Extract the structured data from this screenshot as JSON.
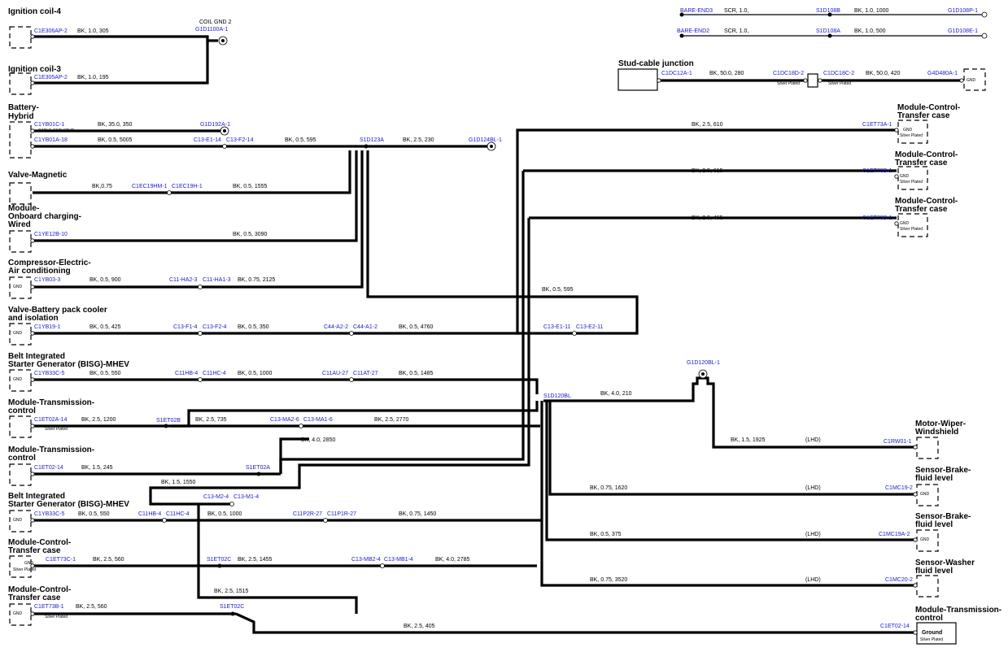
{
  "components": {
    "ignition_coil_4": "Ignition coil-4",
    "ignition_coil_3": "Ignition coil-3",
    "battery_hybrid_1": "Battery-",
    "battery_hybrid_2": "Hybrid",
    "valve_magnetic": "Valve-Magnetic",
    "module_onboard_1": "Module-",
    "module_onboard_2": "Onboard charging-",
    "module_onboard_3": "Wired",
    "compressor_1": "Compressor-Electric-",
    "compressor_2": "Air conditioning",
    "valve_battery_1": "Valve-Battery pack cooler",
    "valve_battery_2": "and isolation",
    "bisg_a_1": "Belt Integrated",
    "bisg_a_2": "Starter Generator (BISG)-MHEV",
    "mtc_a_1": "Module-Transmission-",
    "mtc_a_2": "control",
    "mtc_b_1": "Module-Transmission-",
    "mtc_b_2": "control",
    "bisg_b_1": "Belt Integrated",
    "bisg_b_2": "Starter Generator (BISG)-MHEV",
    "mctc_l1_1": "Module-Control-",
    "mctc_l1_2": "Transfer case",
    "mctc_l2_1": "Module-Control-",
    "mctc_l2_2": "Transfer case",
    "stud_cable": "Stud-cable junction",
    "mctc_r1_1": "Module-Control-",
    "mctc_r1_2": "Transfer case",
    "mctc_r2_1": "Module-Control-",
    "mctc_r2_2": "Transfer case",
    "mctc_r3_1": "Module-Control-",
    "mctc_r3_2": "Transfer case",
    "wiper_1": "Motor-Wiper-",
    "wiper_2": "Windshield",
    "brake1_1": "Sensor-Brake-",
    "brake1_2": "fluid level",
    "brake2_1": "Sensor-Brake-",
    "brake2_2": "fluid level",
    "washer_1": "Sensor-Washer",
    "washer_2": "fluid level",
    "mtc_r_1": "Module-Transmission-",
    "mtc_r_2": "control"
  },
  "pins": {
    "c1e306ap2": "C1E306AP-2",
    "coil_gnd2": "COIL GND 2",
    "g1d1100a1": "G1D1100A-1",
    "c1e305ap2": "C1E305AP-2",
    "c1yb01c1": "C1YB01C-1",
    "c1yb01a18": "C1YB01A-18",
    "g1d192a1": "G1D192A-1",
    "c13e114": "C13-E1-14",
    "c13f214": "C13-F2-14",
    "s1d123a": "S1D123A",
    "g1d124bl1": "G1D124BL-1",
    "c1ec19hm1": "C1EC19HM-1",
    "c1ec19h1": "C1EC19H-1",
    "c1ye12b10": "C1YE12B-10",
    "c1yb033": "C1YB03-3",
    "c11ha23": "C11-HA2-3",
    "c11ha13": "C11-HA1-3",
    "c1yb191": "C1YB19-1",
    "c13f14": "C13-F1-4",
    "c13f24": "C13-F2-4",
    "c44a22": "C44-A2-2",
    "c44a12": "C44-A1-2",
    "c13e111": "C13-E1-11",
    "c13e211": "C13-E2-11",
    "c1yb33c5a": "C1YB33C-5",
    "c11hb4a": "C11HB-4",
    "c11hc4a": "C11HC-4",
    "c11au27": "C11AU-27",
    "c11at27": "C11AT-27",
    "s1d120bl": "S1D120BL",
    "g1d120bl1": "G1D120BL-1",
    "c1et02a14": "C1ET02A-14",
    "s1et02b": "S1ET02B",
    "c13ma26": "C13-MA2-6",
    "c13ma16": "C13-MA1-6",
    "c1et0214": "C1ET02-14",
    "s1et02a": "S1ET02A",
    "c13m24": "C13-M2-4",
    "c13m14": "C13-M1-4",
    "c1yb33c5b": "C1YB33C-5",
    "c11hb4b": "C11HB-4",
    "c11hc4b": "C11HC-4",
    "c11p2r27": "C11P2R-27",
    "c11p1r27": "C11P1R-27",
    "c1et73c1": "C1ET73C-1",
    "s1et02c_a": "S1ET02C",
    "c13mb24": "C13-MB2-4",
    "c13mb14": "C13-MB1-4",
    "c1et73b1_l": "C1ET73B-1",
    "s1et02c_b": "S1ET02C",
    "bare_end3": "BARE-END3",
    "s1d108b": "S1D108B",
    "g1d108p1": "G1D108P-1",
    "bare_end2": "BARE-END2",
    "s1d108a": "S1D108A",
    "g1d108e1": "G1D108E-1",
    "c1dc12a1": "C1DC12A-1",
    "c1dc18d2": "C1DC18D-2",
    "c1dc18c2": "C1DC18C-2",
    "g4d480a1": "G4D480A-1",
    "c1et73a1": "C1ET73A-1",
    "c1et73b1_r": "C1ET73B-1",
    "c1et73b1_r2": "C1ET73B-1",
    "c1rw011": "C1RW01-1",
    "c1mc192": "C1MC19-2",
    "c1mc19a2": "C1MC19A-2",
    "c1mc202": "C1MC20-2",
    "c1et0214_r": "C1ET02-14"
  },
  "wires": {
    "w1": "BK, 1.0, 305",
    "w2": "BK, 1.0, 195",
    "w3": "BK, 35.0, 350",
    "w4": "BK, 0.5, 5005",
    "w5": "BK, 0.5, 595",
    "w6": "BK, 2.5, 230",
    "w7": "BK,0.75",
    "w8": "BK, 0.5, 1555",
    "w9": "BK, 0.5, 3090",
    "w10": "BK, 0.5, 900",
    "w11": "BK, 0.75, 2125",
    "w12": "BK, 0.5, 425",
    "w13": "BK, 0.5, 350",
    "w14": "BK, 0.5, 4760",
    "w15": "BK, 0.5, 595",
    "w16": "BK, 0.5, 550",
    "w17": "BK, 0.5, 1000",
    "w18": "BK, 0.5, 1485",
    "w19": "BK, 4.0, 210",
    "w20": "BK, 2.5, 1200",
    "w21": "BK, 2.5, 735",
    "w22": "BK, 2.5, 2770",
    "w23": "BK, 4.0, 2850",
    "w24": "BK, 1.5, 245",
    "w25": "BK, 1.5, 1550",
    "w26": "BK, 0.5, 550",
    "w27": "BK, 0.5, 1000",
    "w28": "BK, 0.75, 1450",
    "w29": "BK, 2.5, 560",
    "w30": "BK, 2.5, 1455",
    "w31": "BK, 4.0, 2785",
    "w32": "BK, 2.5, 1515",
    "w33": "BK, 2.5, 560",
    "w34": "BK, 2.5, 405",
    "w35": "SCR, 1.0,",
    "w36": "BK, 1.0, 1000",
    "w37": "SCR, 1.0,",
    "w38": "BK, 1.0, 500",
    "w39": "BK, 50.0, 280",
    "w40": "BK, 50.0, 420",
    "w41": "BK, 2.5, 610",
    "w42": "BK, 2.5, 615",
    "w43": "BK, 2.5, 465",
    "w44": "BK, 1.5, 1925",
    "w45": "BK, 0.75, 1620",
    "w46": "BK, 0.5, 375",
    "w47": "BK, 0.75, 3520"
  },
  "notes": {
    "lhd1": "(LHD)",
    "lhd2": "(LHD)",
    "lhd3": "(LHD)",
    "lhd4": "(LHD)",
    "gnd": "GND",
    "silver": "Silver Plated",
    "cable_gnd": "CABLE-GND STUD",
    "ground": "Ground"
  }
}
